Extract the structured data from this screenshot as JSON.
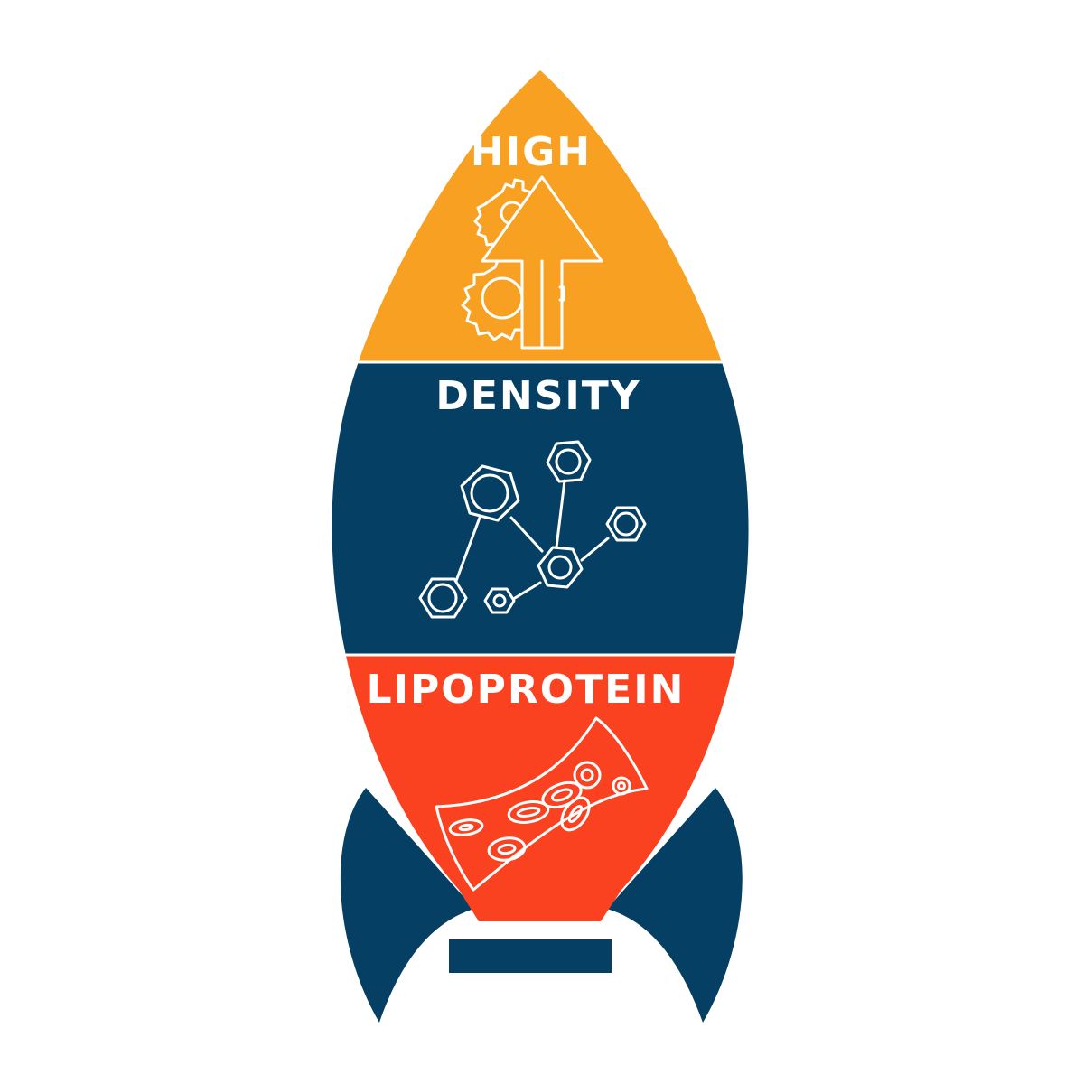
{
  "colors": {
    "background": "#ffffff",
    "top": "#f7a022",
    "middle": "#053f63",
    "bottom": "#fa4221",
    "fins": "#053f63",
    "icon_stroke": "#ffffff"
  },
  "rocket": {
    "sections": [
      {
        "label": "HIGH",
        "icon": "gear-arrow-up-icon"
      },
      {
        "label": "DENSITY",
        "icon": "molecule-icon"
      },
      {
        "label": "LIPOPROTEIN",
        "icon": "blood-vessel-cells-icon"
      }
    ]
  }
}
